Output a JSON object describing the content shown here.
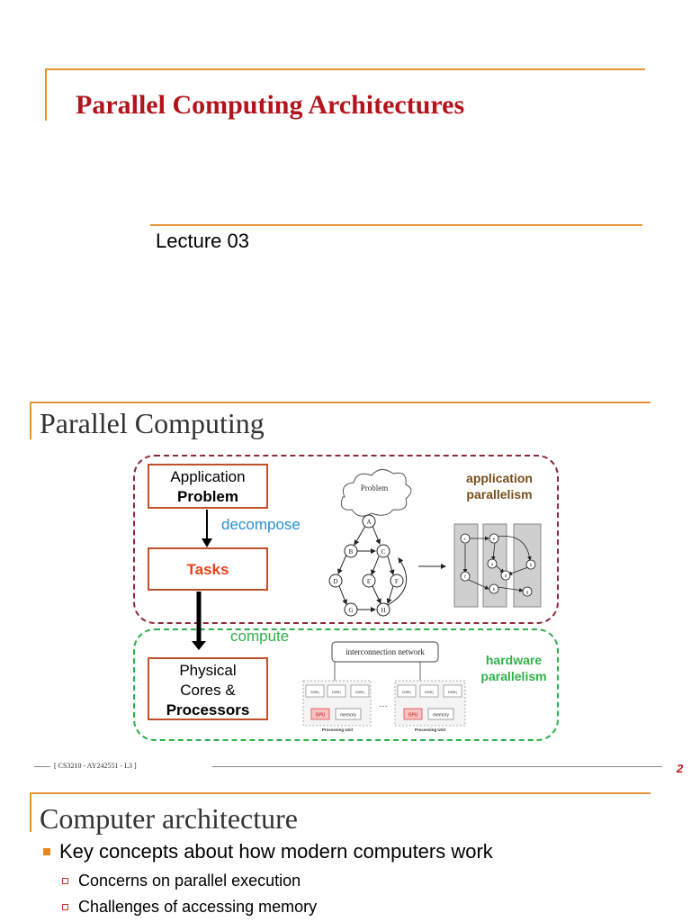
{
  "slide1": {
    "title": "Parallel Computing Architectures",
    "subtitle": "Lecture 03"
  },
  "slide2": {
    "title": "Parallel Computing",
    "flow": {
      "problem_line1": "Application",
      "problem_line2": "Problem",
      "decompose": "decompose",
      "tasks": "Tasks",
      "compute": "compute",
      "proc_line1": "Physical",
      "proc_line2": "Cores &",
      "proc_line3": "Processors"
    },
    "labels": {
      "app_parallelism_1": "application",
      "app_parallelism_2": "parallelism",
      "hw_parallelism_1": "hardware",
      "hw_parallelism_2": "parallelism"
    },
    "graph": {
      "cloud_label": "Problem",
      "nodes": [
        "A",
        "B",
        "C",
        "D",
        "E",
        "F",
        "G",
        "H"
      ],
      "partitioned_nodes": [
        "c",
        "e",
        "a",
        "d",
        "b",
        "f",
        "h",
        "g"
      ]
    },
    "hardware": {
      "network": "interconnection network",
      "units": [
        {
          "cores": [
            "core₁",
            "core₂",
            "core₃"
          ],
          "gpu": "GPU",
          "memory": "memory",
          "caption": "Processing Unit"
        },
        {
          "cores": [
            "core₁",
            "core₂",
            "core₃"
          ],
          "gpu": "GPU",
          "memory": "memory",
          "caption": "Processing Unit"
        }
      ],
      "core_ellipsis": ". . .",
      "unit_ellipsis": "…"
    },
    "footer": "[ CS3210 - AY242551 - L3 ]",
    "page_number": "2"
  },
  "slide3": {
    "title": "Computer architecture",
    "bullet": "Key concepts about how modern computers work",
    "subbullets": [
      "Concerns on parallel execution",
      "Challenges of accessing memory"
    ]
  },
  "colors": {
    "title_red": "#b3141c",
    "accent_orange": "#e5943a",
    "app_box": "#8b2a3a",
    "hw_box": "#2bb04a",
    "tasks": "#e8401c",
    "decompose": "#2a8fd6"
  }
}
